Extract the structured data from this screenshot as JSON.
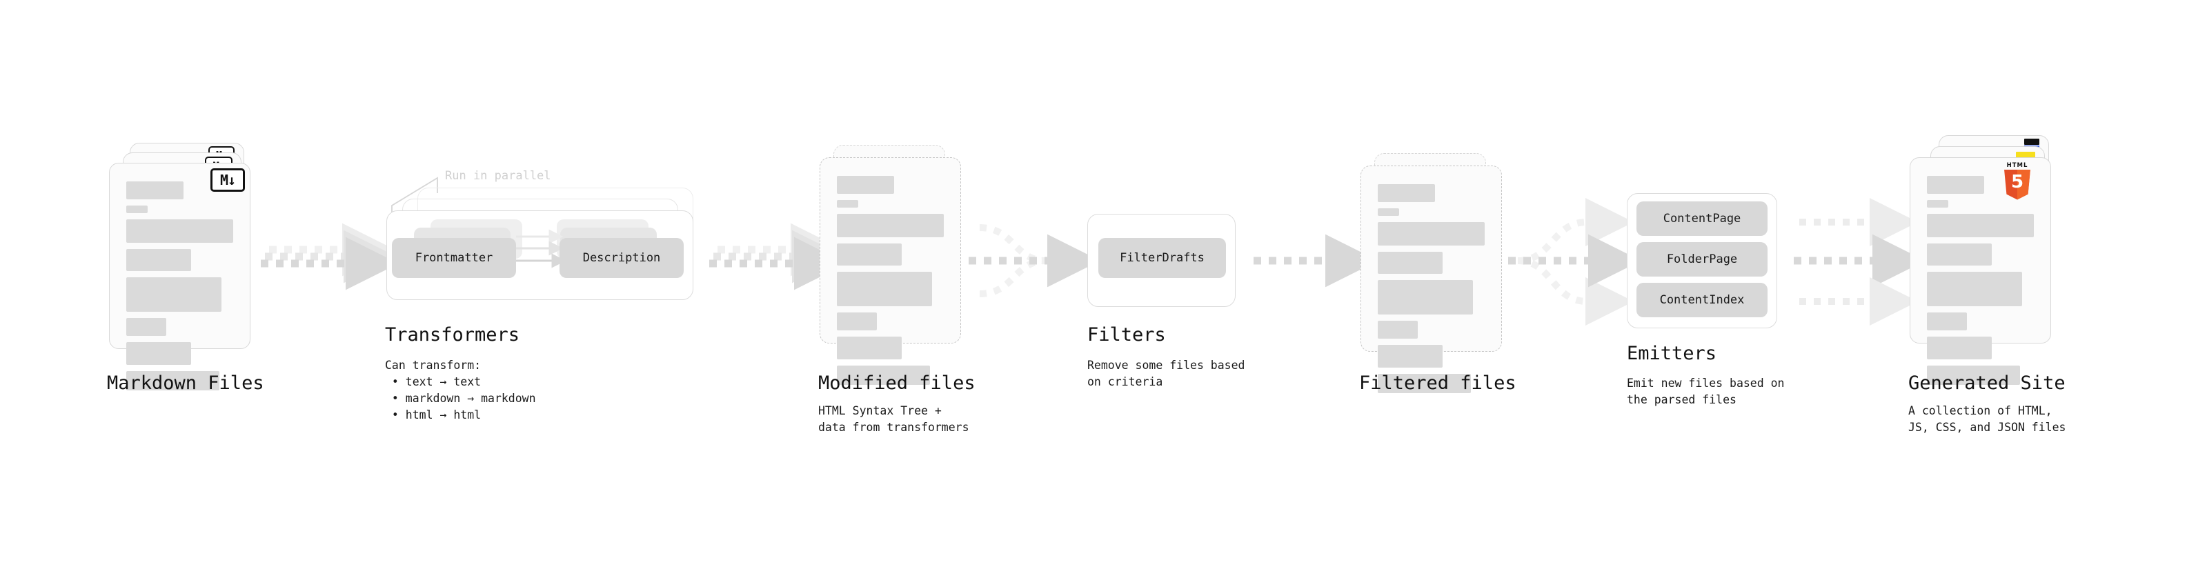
{
  "diagram": {
    "title": "Quartz content processing pipeline",
    "colors": {
      "card_bg": "#fbfbfb",
      "card_border": "#d8d8d8",
      "bar": "#dadada",
      "chip": "#d8d8d8",
      "arrow": "#d8d8d8",
      "annotation_text": "#d0d0d0",
      "text": "#111111",
      "html5_orange": "#e44d26",
      "js_yellow": "#f7df1e",
      "css_blue": "#264de4"
    }
  },
  "stages": [
    {
      "id": "markdown-files",
      "title": "Markdown Files",
      "description": "",
      "kind": "document-stack",
      "stack_count": 3,
      "badge": "M↓",
      "badge_name": "markdown-icon"
    },
    {
      "id": "transformers",
      "title": "Transformers",
      "description": "Can transform:\n • text → text\n • markdown → markdown\n • html → html",
      "kind": "group-stack",
      "annotation": "Run in parallel",
      "chips": [
        "Frontmatter",
        "Description"
      ],
      "stack_count": 3
    },
    {
      "id": "modified-files",
      "title": "Modified files",
      "description": "HTML Syntax Tree +\ndata from transformers",
      "kind": "document-stack-dashed",
      "stack_count": 2
    },
    {
      "id": "filters",
      "title": "Filters",
      "description": "Remove some files based\non criteria",
      "kind": "group",
      "chips": [
        "FilterDrafts"
      ]
    },
    {
      "id": "filtered-files",
      "title": "Filtered files",
      "description": "",
      "kind": "document-stack-dashed",
      "stack_count": 2
    },
    {
      "id": "emitters",
      "title": "Emitters",
      "description": "Emit new files based on\nthe parsed files",
      "kind": "group",
      "chips": [
        "ContentPage",
        "FolderPage",
        "ContentIndex"
      ]
    },
    {
      "id": "generated-site",
      "title": "Generated Site",
      "description": "A collection of HTML,\nJS, CSS, and JSON files",
      "kind": "document-stack",
      "stack_count": 3,
      "badges": [
        "HTML5",
        "JS",
        "CSS"
      ]
    }
  ],
  "connectors": [
    {
      "id": "c1",
      "from": "markdown-files",
      "to": "transformers",
      "style": "dashed",
      "lanes": 3
    },
    {
      "id": "c2",
      "from": "transformers",
      "to": "modified-files",
      "style": "dashed",
      "lanes": 3
    },
    {
      "id": "c3",
      "from": "modified-files",
      "to": "filters",
      "style": "dashed",
      "lanes": 3,
      "shape": "merge"
    },
    {
      "id": "c4",
      "from": "filters",
      "to": "filtered-files",
      "style": "dashed",
      "lanes": 1
    },
    {
      "id": "c5",
      "from": "filtered-files",
      "to": "emitters",
      "style": "dashed",
      "lanes": 3,
      "shape": "split"
    },
    {
      "id": "c6",
      "from": "emitters",
      "to": "generated-site",
      "style": "dashed",
      "lanes": 3
    }
  ],
  "internal_arrows": {
    "count": 3,
    "from": "Frontmatter",
    "to": "Description"
  },
  "card_bars": [
    {
      "w": 0.53,
      "h": 26
    },
    {
      "w": 0.2,
      "h": 11
    },
    {
      "w": 0.99,
      "h": 34
    },
    {
      "w": 0.6,
      "h": 32
    },
    {
      "w": 0.88,
      "h": 50
    },
    {
      "w": 0.37,
      "h": 26
    },
    {
      "w": 0.6,
      "h": 33
    },
    {
      "w": 0.86,
      "h": 28
    }
  ]
}
